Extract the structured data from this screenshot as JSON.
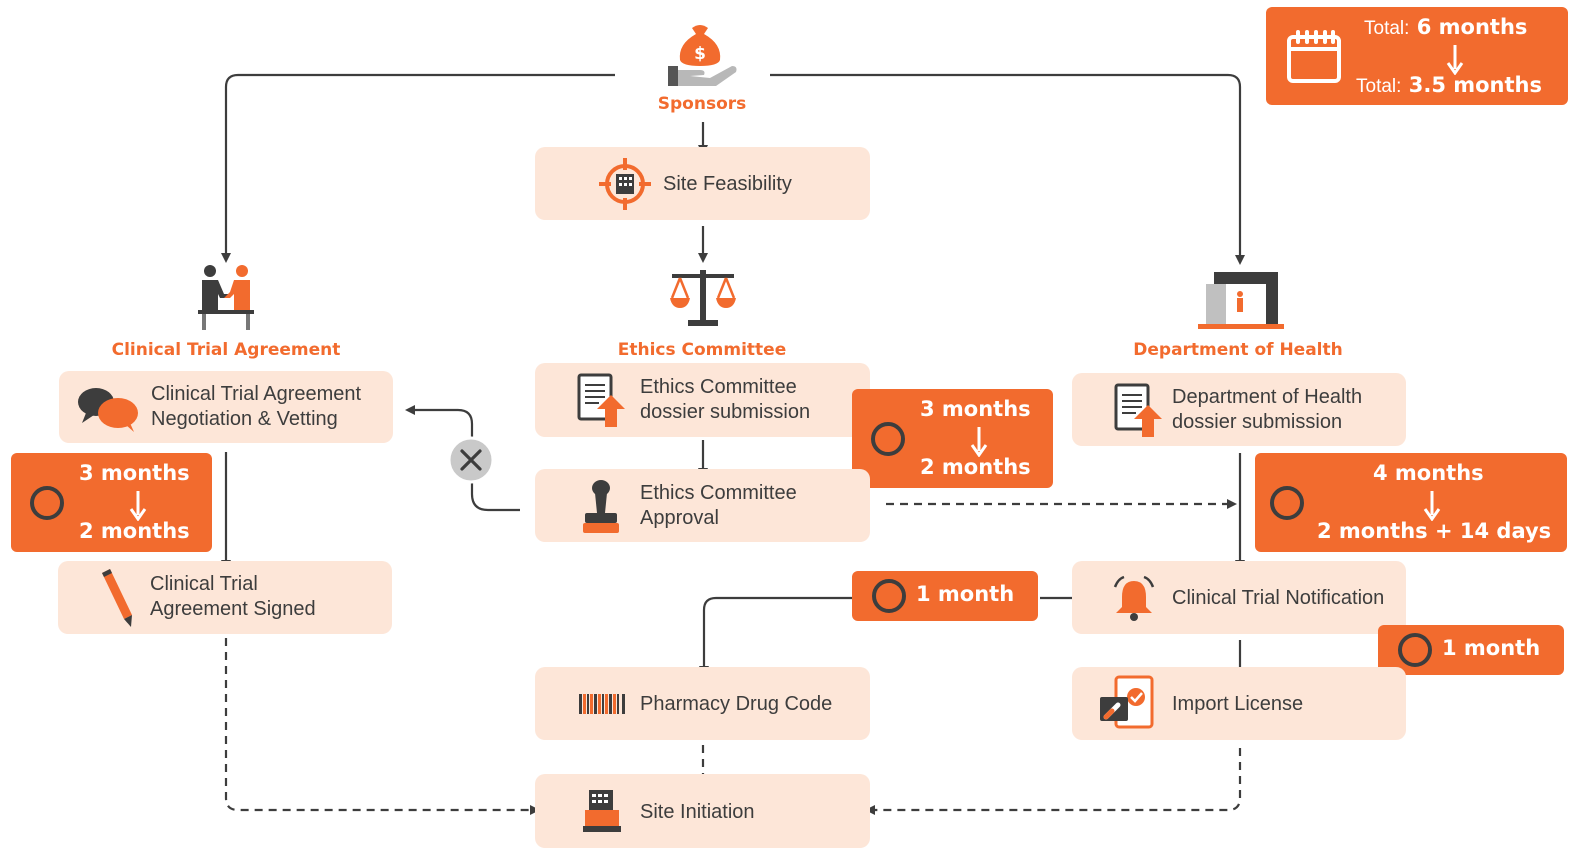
{
  "colors": {
    "accent": "#f26b2e",
    "box": "#fde6d8",
    "line": "#3d3d3d",
    "text": "#3d3d3d"
  },
  "total": {
    "prefix": "Total:",
    "before": "6 months",
    "after": "3.5 months"
  },
  "headings": {
    "sponsors": "Sponsors",
    "cta": "Clinical Trial Agreement",
    "ethics": "Ethics Committee",
    "doh": "Department of Health"
  },
  "boxes": {
    "site_feasibility": "Site Feasibility",
    "cta_negotiation": "Clinical Trial Agreement\nNegotiation & Vetting",
    "cta_signed": "Clinical Trial\nAgreement Signed",
    "ec_submission": "Ethics Committee\ndossier submission",
    "ec_approval": "Ethics Committee\nApproval",
    "doh_submission": "Department of Health\ndossier submission",
    "ct_notification": "Clinical Trial Notification",
    "pharmacy": "Pharmacy Drug Code",
    "import_license": "Import License",
    "site_initiation": "Site Initiation"
  },
  "badges": {
    "cta": {
      "before": "3 months",
      "after": "2 months"
    },
    "ethics": {
      "before": "3 months",
      "after": "2 months"
    },
    "doh": {
      "before": "4 months",
      "after": "2 months + 14 days"
    },
    "notification": {
      "duration": "1 month"
    },
    "import": {
      "duration": "1 month"
    }
  },
  "icons": {
    "sponsors": "money-bag-hand-icon",
    "site_feasibility": "target-building-icon",
    "ethics": "scales-icon",
    "cta": "handshake-icon",
    "doh": "building-doorway-icon",
    "cta_negotiation": "speech-bubbles-icon",
    "cta_signed": "pen-icon",
    "ec_submission": "document-upload-icon",
    "ec_approval": "stamp-icon",
    "doh_submission": "document-upload-icon",
    "ct_notification": "bell-icon",
    "pharmacy": "barcode-icon",
    "import_license": "license-card-icon",
    "site_initiation": "register-icon",
    "blocked": "close-circle-icon",
    "calendar": "calendar-icon",
    "clock": "clock-icon"
  }
}
